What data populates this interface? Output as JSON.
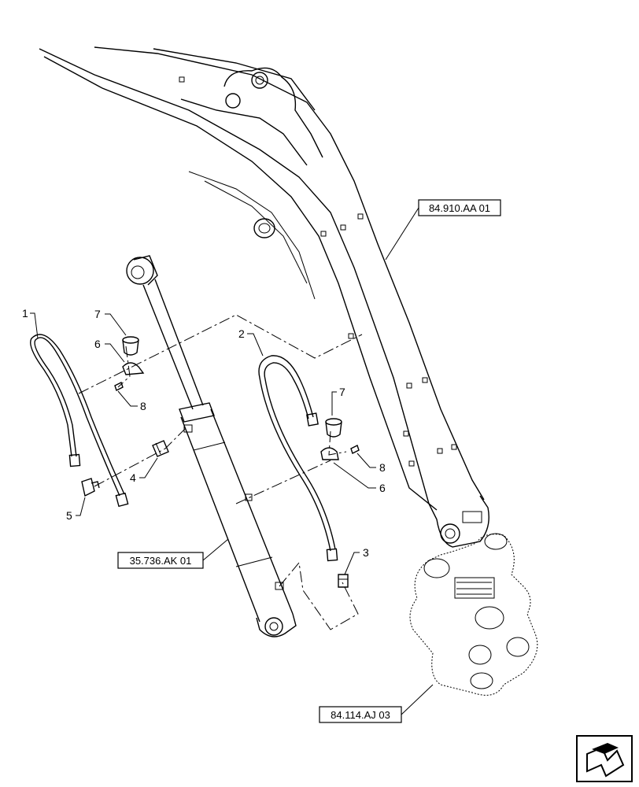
{
  "callouts": [
    {
      "id": "1",
      "text": "1"
    },
    {
      "id": "2",
      "text": "2"
    },
    {
      "id": "3",
      "text": "3"
    },
    {
      "id": "4",
      "text": "4"
    },
    {
      "id": "5",
      "text": "5"
    },
    {
      "id": "6a",
      "text": "6"
    },
    {
      "id": "6b",
      "text": "6"
    },
    {
      "id": "7a",
      "text": "7"
    },
    {
      "id": "7b",
      "text": "7"
    },
    {
      "id": "8a",
      "text": "8"
    },
    {
      "id": "8b",
      "text": "8"
    }
  ],
  "references": {
    "boom": "84.910.AA 01",
    "cylinder": "35.736.AK 01",
    "swing_bracket": "84.114.AJ 03"
  },
  "nav_icon": "next-page-arrow-icon"
}
